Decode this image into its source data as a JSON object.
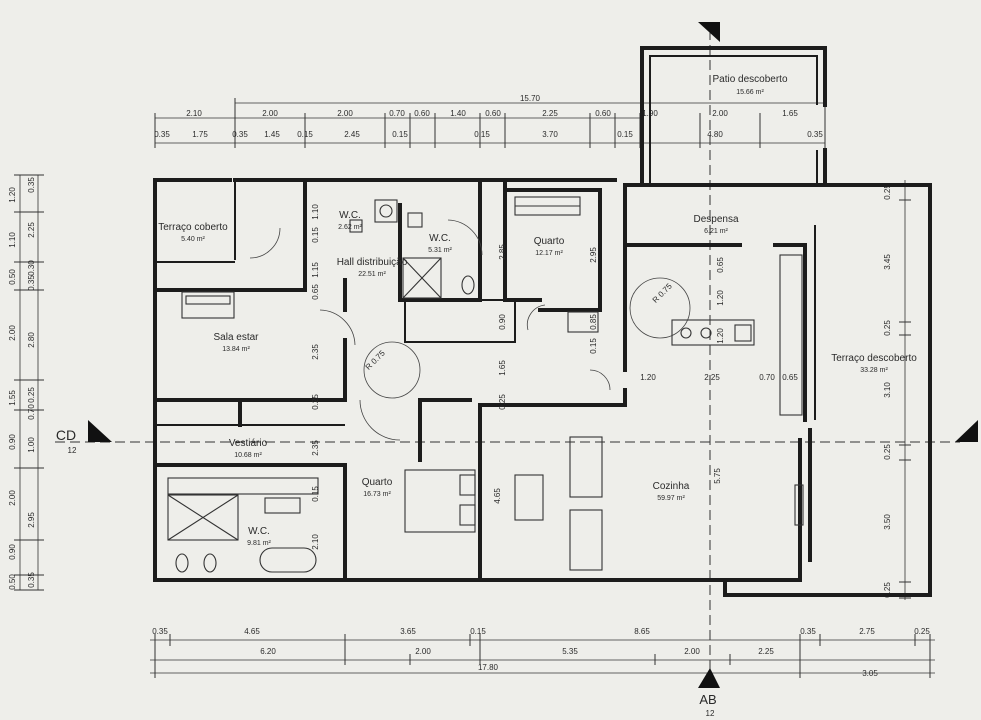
{
  "rooms": [
    {
      "id": "patio",
      "name": "Patio descoberto",
      "area": "15.66 m²"
    },
    {
      "id": "terraco-coberto",
      "name": "Terraço coberto",
      "area": "5.40 m²"
    },
    {
      "id": "wc-small",
      "name": "W.C.",
      "area": "2.62 m²"
    },
    {
      "id": "hall",
      "name": "Hall distribuição",
      "area": "22.51 m²"
    },
    {
      "id": "wc-mid",
      "name": "W.C.",
      "area": "5.31 m²"
    },
    {
      "id": "quarto-top",
      "name": "Quarto",
      "area": "12.17 m²"
    },
    {
      "id": "despensa",
      "name": "Despensa",
      "area": "6.21 m²"
    },
    {
      "id": "sala",
      "name": "Sala estar",
      "area": "13.84 m²"
    },
    {
      "id": "terraco-descoberto",
      "name": "Terraço descoberto",
      "area": "33.28 m²"
    },
    {
      "id": "vestiario",
      "name": "Vestiário",
      "area": "10.68 m²"
    },
    {
      "id": "quarto-main",
      "name": "Quarto",
      "area": "16.73 m²"
    },
    {
      "id": "cozinha",
      "name": "Cozinha",
      "area": "59.97 m²"
    },
    {
      "id": "wc-main",
      "name": "W.C.",
      "area": "9.81 m²"
    }
  ],
  "section_markers": {
    "cd": {
      "label": "CD",
      "sheet": "12"
    },
    "ab": {
      "label": "AB",
      "sheet": "12"
    }
  },
  "dims": {
    "top_row1": [
      "2.10",
      "2.00",
      "2.00",
      "0.70",
      "0.60",
      "1.40",
      "0.60",
      "2.25",
      "0.60",
      "1.90",
      "2.00",
      "1.65"
    ],
    "top_total": "15.70",
    "top_row2": [
      "0.35",
      "1.75",
      "0.35",
      "1.45",
      "0.15",
      "2.45",
      "0.15",
      "0.15",
      "3.70",
      "0.15",
      "4.80",
      "0.35"
    ],
    "bottom_row1": [
      "0.35",
      "4.65",
      "3.65",
      "0.15",
      "8.65",
      "0.35",
      "2.75",
      "0.25"
    ],
    "bottom_row2": [
      "6.20",
      "2.00",
      "5.35",
      "2.00",
      "2.25"
    ],
    "bottom_total": "17.80",
    "bottom_extra": "3.05",
    "left_outer": [
      "1.20",
      "1.10",
      "0.50",
      "2.00",
      "1.55",
      "0.90",
      "2.00",
      "0.90",
      "0.50"
    ],
    "left_inner": [
      "0.35",
      "2.25",
      "0.30",
      "0.35",
      "2.80",
      "0.25",
      "0.70",
      "1.00",
      "2.95",
      "0.35"
    ],
    "right": [
      "0.25",
      "3.45",
      "0.25",
      "3.10",
      "0.25",
      "3.50",
      "0.25"
    ],
    "interior": {
      "wc_w": "1.10",
      "wc_a": "0.15",
      "wc_b": "1.15",
      "wc_c": "0.65",
      "hall_h": "2.35",
      "hall_v1": "0.25",
      "hall_v2": "2.35",
      "stair_h": "2.85",
      "stair_v": "1.65",
      "stair_w": "0.90",
      "quarto_h": "2.95",
      "desp_a": "0.65",
      "desp_b": "1.20",
      "q_a": "0.85",
      "q_b": "0.15",
      "q_c": "1.20",
      "cz_a": "1.20",
      "cz_b": "2.25",
      "cz_c": "0.70",
      "cz_d": "0.65",
      "cz_h": "5.75",
      "qm_a": "0.25",
      "qm_b": "4.65",
      "wc_h1": "0.15",
      "wc_h2": "2.10",
      "r1": "R 0.75",
      "r2": "R 0.75"
    }
  }
}
